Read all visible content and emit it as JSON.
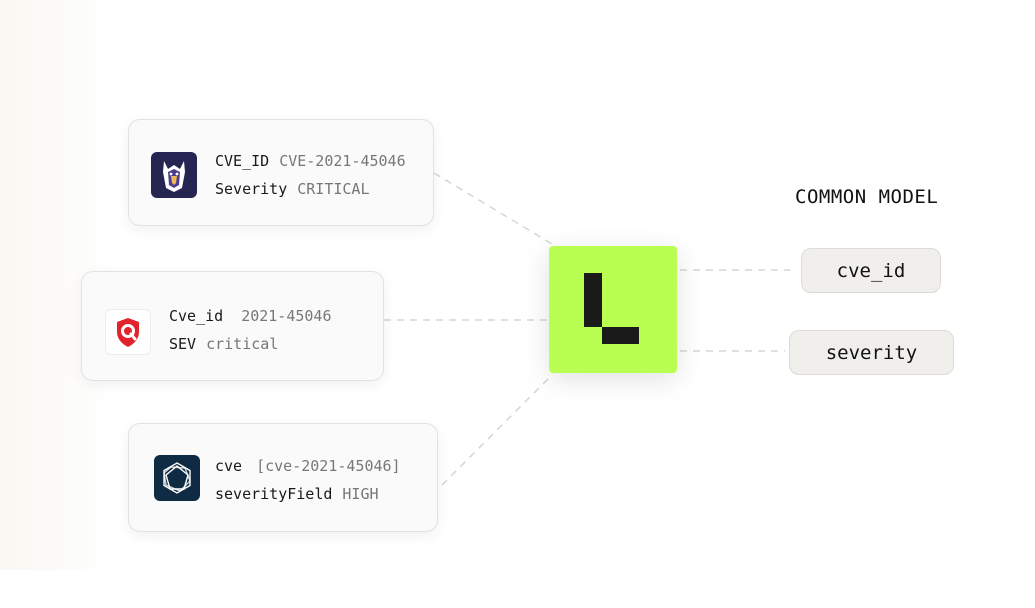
{
  "sources": [
    {
      "logo_icon": "kubernetes-guard-icon",
      "fields": [
        {
          "key": "CVE_ID",
          "value": "CVE-2021-45046"
        },
        {
          "key": "Severity",
          "value": "CRITICAL"
        }
      ]
    },
    {
      "logo_icon": "qualys-shield-icon",
      "fields": [
        {
          "key": "Cve_id",
          "value": "2021-45046"
        },
        {
          "key": "SEV",
          "value": "critical"
        }
      ]
    },
    {
      "logo_icon": "hexagon-mesh-icon",
      "fields": [
        {
          "key": "cve",
          "value": "[cve-2021-45046]"
        },
        {
          "key": "severityField",
          "value": "HIGH"
        }
      ]
    }
  ],
  "hub": {
    "logo_icon": "l-letter-logo-icon",
    "color": "#b8ff52"
  },
  "common_model": {
    "title": "COMMON MODEL",
    "fields": [
      "cve_id",
      "severity"
    ]
  }
}
